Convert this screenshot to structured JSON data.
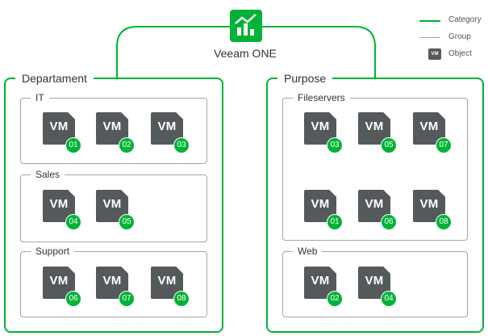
{
  "legend": {
    "category": "Category",
    "group": "Group",
    "object": "Object",
    "object_icon_text": "VM"
  },
  "root": {
    "label": "Veeam ONE",
    "icon": "veeam-one-chart-icon"
  },
  "colors": {
    "category": "#00b336",
    "group": "#a6a6a6",
    "vm": "#54595c",
    "badge": "#00b336"
  },
  "categories": [
    {
      "title": "Departament",
      "groups": [
        {
          "title": "IT",
          "vms": [
            {
              "text": "VM",
              "badge": "01"
            },
            {
              "text": "VM",
              "badge": "02"
            },
            {
              "text": "VM",
              "badge": "03"
            }
          ]
        },
        {
          "title": "Sales",
          "vms": [
            {
              "text": "VM",
              "badge": "04"
            },
            {
              "text": "VM",
              "badge": "05"
            }
          ]
        },
        {
          "title": "Support",
          "vms": [
            {
              "text": "VM",
              "badge": "06"
            },
            {
              "text": "VM",
              "badge": "07"
            },
            {
              "text": "VM",
              "badge": "08"
            }
          ]
        }
      ]
    },
    {
      "title": "Purpose",
      "groups": [
        {
          "title": "Fileservers",
          "vms": [
            {
              "text": "VM",
              "badge": "03"
            },
            {
              "text": "VM",
              "badge": "05"
            },
            {
              "text": "VM",
              "badge": "07"
            },
            {
              "text": "VM",
              "badge": "01"
            },
            {
              "text": "VM",
              "badge": "06"
            },
            {
              "text": "VM",
              "badge": "08"
            }
          ]
        },
        {
          "title": "Web",
          "vms": [
            {
              "text": "VM",
              "badge": "02"
            },
            {
              "text": "VM",
              "badge": "04"
            }
          ]
        }
      ]
    }
  ]
}
